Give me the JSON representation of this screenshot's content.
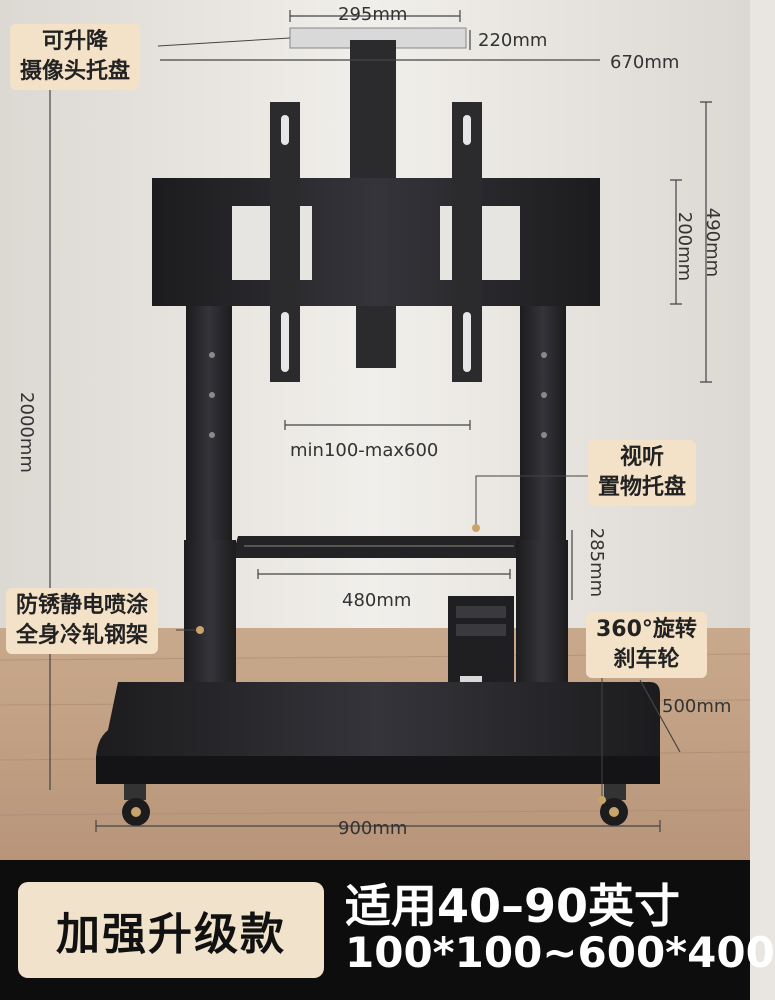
{
  "callouts": {
    "camera_tray": [
      "可升降",
      "摄像头托盘"
    ],
    "av_tray": [
      "视听",
      "置物托盘"
    ],
    "frame": [
      "防锈静电喷涂",
      "全身冷轧钢架"
    ],
    "wheels": [
      "360°旋转",
      "刹车轮"
    ]
  },
  "dimensions": {
    "tray_width": "295mm",
    "tray_depth": "220mm",
    "bracket_width": "670mm",
    "bracket_height": "490mm",
    "plate_height": "200mm",
    "total_height": "2000mm",
    "vesa_range": "min100-max600",
    "shelf_width": "480mm",
    "shelf_height": "285mm",
    "base_depth": "500mm",
    "base_width": "900mm"
  },
  "banner": {
    "badge": "加强升级款",
    "fit": "适用40–90英寸",
    "vesa": "100*100~600*400"
  },
  "colors": {
    "metal": "#2a2a2c",
    "banner_bg": "#0d0d0d",
    "badge_bg": "#f1e3cb",
    "callout_bg": "#f3e2c8"
  }
}
